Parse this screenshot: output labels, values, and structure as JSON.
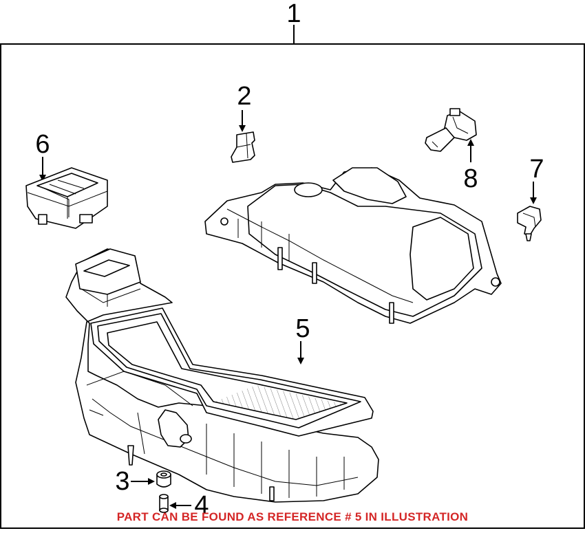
{
  "callouts": {
    "c1": "1",
    "c2": "2",
    "c3": "3",
    "c4": "4",
    "c5": "5",
    "c6": "6",
    "c7": "7",
    "c8": "8"
  },
  "caption": "PART CAN BE FOUND AS REFERENCE # 5 IN ILLUSTRATION",
  "colors": {
    "caption": "#d42626",
    "lines": "#000000",
    "background": "#ffffff"
  }
}
